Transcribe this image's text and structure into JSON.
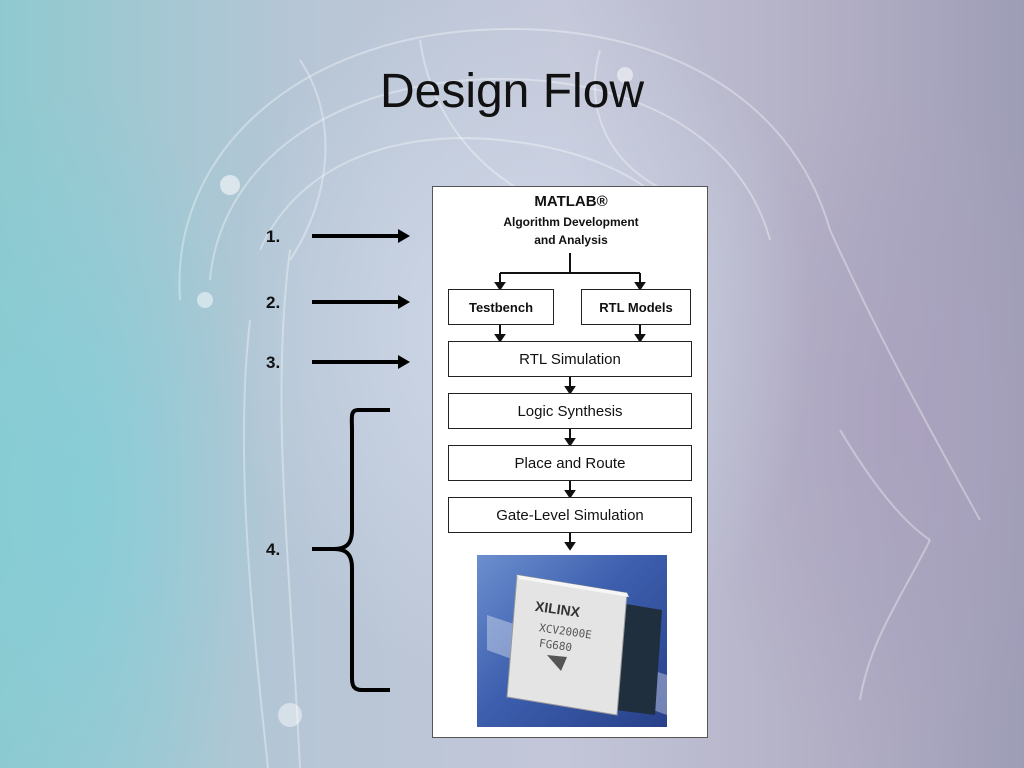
{
  "slide": {
    "title": "Design Flow"
  },
  "steps": [
    {
      "label": "1."
    },
    {
      "label": "2."
    },
    {
      "label": "3."
    },
    {
      "label": "4."
    }
  ],
  "flow": {
    "header_line1": "MATLAB®",
    "header_line2": "Algorithm Development",
    "header_line3": "and Analysis",
    "testbench": "Testbench",
    "rtl_models": "RTL Models",
    "rtl_simulation": "RTL Simulation",
    "logic_synthesis": "Logic Synthesis",
    "place_and_route": "Place and Route",
    "gate_level_simulation": "Gate-Level Simulation"
  },
  "chip": {
    "brand": "XILINX",
    "part_line1": "XCV2000E",
    "part_line2": "FG680"
  },
  "colors": {
    "background_teal": "#8fc9cf",
    "background_lavender": "#b3b0c6",
    "chip_blue": "#3d5fae"
  }
}
